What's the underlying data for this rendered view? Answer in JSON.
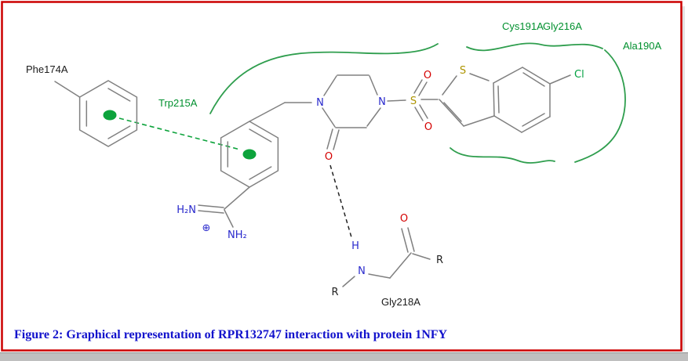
{
  "figure": {
    "caption": "Figure 2: Graphical representation of RPR132747 interaction with protein 1NFY"
  },
  "residues": {
    "phe174a": "Phe174A",
    "trp215a": "Trp215A",
    "cys191a": "Cys191A",
    "gly216a": "Gly216A",
    "ala190a": "Ala190A",
    "gly218a": "Gly218A"
  },
  "atoms": {
    "n_piperazine_left": "N",
    "n_piperazine_right": "N",
    "s_sulfonyl": "S",
    "o_sulfonyl_top": "O",
    "o_sulfonyl_bottom": "O",
    "s_thiophene": "S",
    "cl_substituent": "Cl",
    "o_lactam": "O",
    "o_glycine": "O",
    "h2n_amidinium": "H₂N",
    "plus_charge": "⊕",
    "nh2_amidinium": "NH₂",
    "h_amide": "H",
    "n_amide": "N",
    "r_left": "R",
    "r_right": "R"
  },
  "colors": {
    "border_red": "#cc0000",
    "caption_blue": "#1212cc",
    "residue_green": "#00902e",
    "curve_green": "#2f9e4e",
    "centroid_green": "#0da33c",
    "nitrogen_blue": "#2929cc",
    "oxygen_red": "#d40000",
    "sulfur_yellow": "#ad9400",
    "chlorine_green": "#00a040",
    "bond_gray": "#808080",
    "hbond_black": "#222222"
  }
}
